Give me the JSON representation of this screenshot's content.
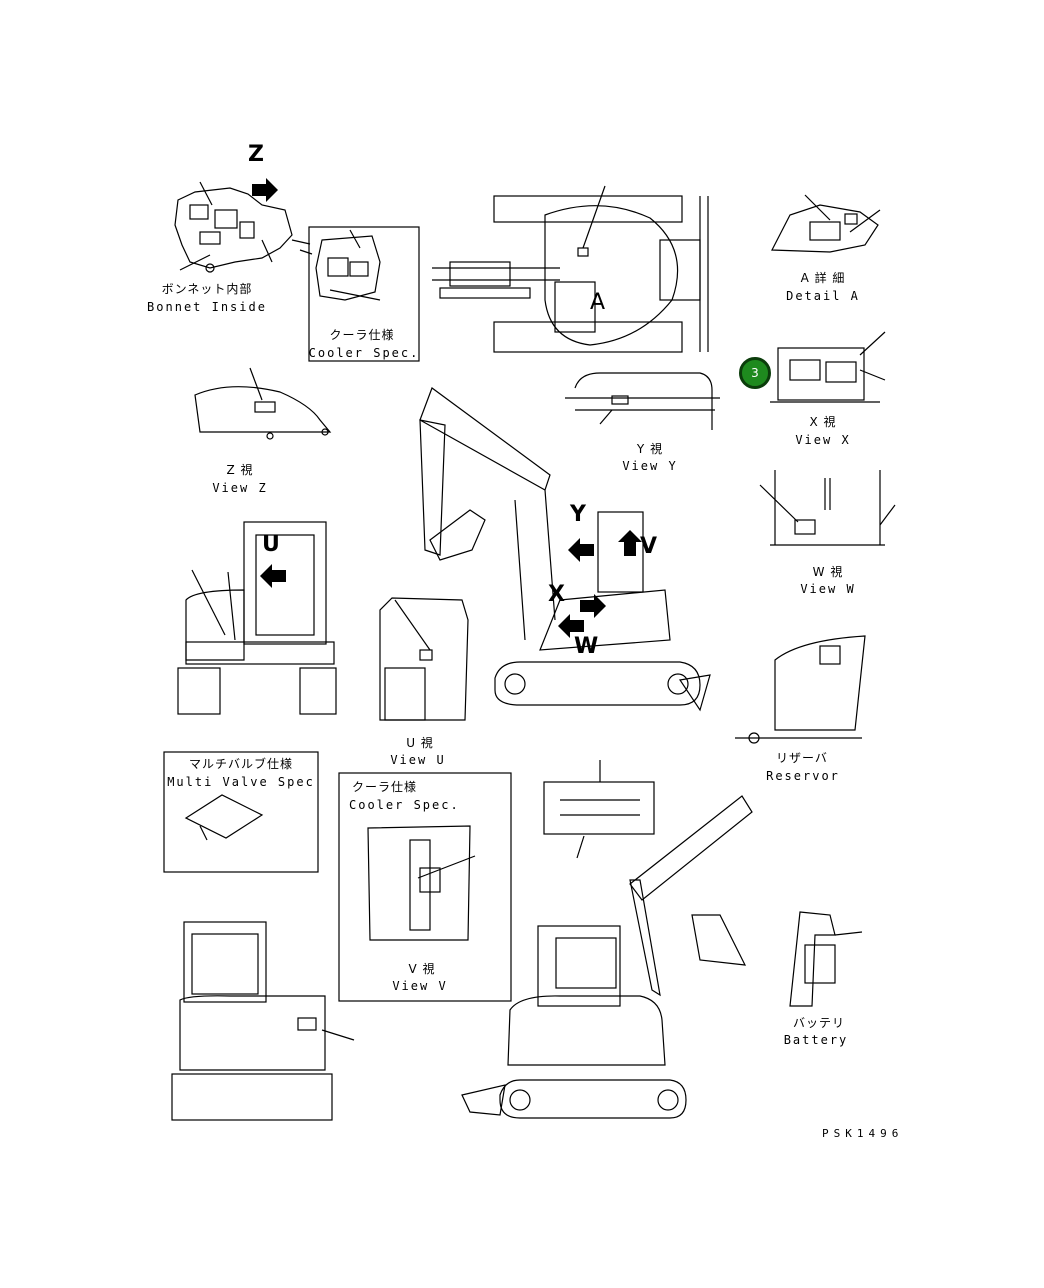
{
  "views": {
    "bonnet_inside_jp": "ボンネット内部",
    "bonnet_inside_en": "Bonnet Inside",
    "cooler_spec_top_jp": "クーラ仕様",
    "cooler_spec_top_en": "Cooler Spec.",
    "detail_a_jp": "A 詳 細",
    "detail_a_en": "Detail A",
    "view_x_jp": "X 視",
    "view_x_en": "View X",
    "view_y_jp": "Y 視",
    "view_y_en": "View Y",
    "view_z_jp": "Z 視",
    "view_z_en": "View Z",
    "view_w_jp": "W 視",
    "view_w_en": "View W",
    "view_u_jp": "U 視",
    "view_u_en": "View U",
    "reservoir_jp": "リザーバ",
    "reservoir_en": "Reservor",
    "multi_valve_jp": "マルチバルブ仕様",
    "multi_valve_en": "Multi Valve Spec",
    "cooler_spec_bottom_jp": "クーラ仕様",
    "cooler_spec_bottom_en": "Cooler Spec.",
    "view_v_jp": "V 視",
    "view_v_en": "View V",
    "battery_jp": "バッテリ",
    "battery_en": "Battery"
  },
  "arrow_labels": {
    "z": "Z",
    "a": "A",
    "u": "U",
    "y": "Y",
    "v": "V",
    "x": "X",
    "w": "W"
  },
  "callout": {
    "number": "3",
    "color": "#1e8a1e"
  },
  "drawing_code": "PSK1496"
}
